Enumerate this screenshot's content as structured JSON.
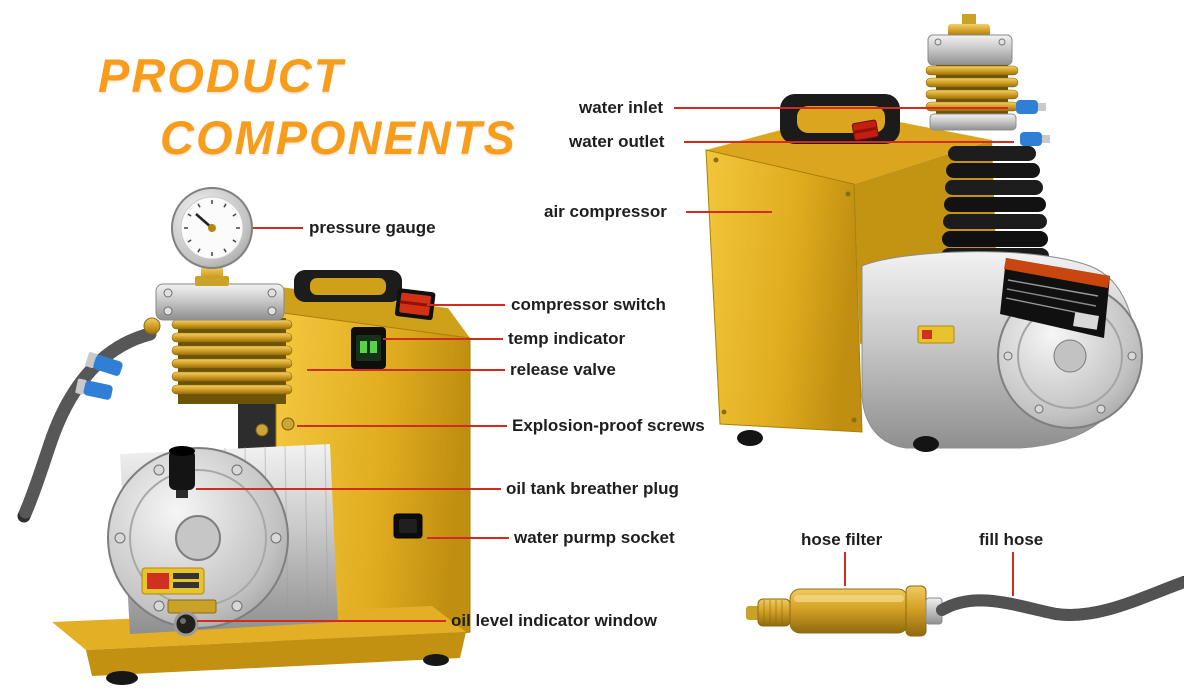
{
  "title": {
    "line1": "PRODUCT",
    "line2": "COMPONENTS"
  },
  "colors": {
    "accent_orange": "#F89C1C",
    "leader_red": "#D42B1F",
    "label_text": "#1E1E1E",
    "body_yellow": "#E8B62A",
    "fitting_blue": "#2F7FD6"
  },
  "left_view": {
    "labels": [
      {
        "id": "pressure-gauge",
        "text": "pressure gauge"
      },
      {
        "id": "compressor-switch",
        "text": "compressor switch"
      },
      {
        "id": "temp-indicator",
        "text": "temp indicator"
      },
      {
        "id": "release-valve",
        "text": "release valve"
      },
      {
        "id": "explosion-proof-screws",
        "text": "Explosion-proof screws"
      },
      {
        "id": "oil-tank-breather-plug",
        "text": "oil tank breather plug"
      },
      {
        "id": "water-pump-socket",
        "text": "water purmp socket"
      },
      {
        "id": "oil-level-indicator-window",
        "text": "oil level indicator window"
      }
    ]
  },
  "right_view": {
    "labels": [
      {
        "id": "water-inlet",
        "text": "water inlet"
      },
      {
        "id": "water-outlet",
        "text": "water outlet"
      },
      {
        "id": "air-compressor",
        "text": "air compressor"
      },
      {
        "id": "hose-filter",
        "text": "hose filter"
      },
      {
        "id": "fill-hose",
        "text": "fill hose"
      }
    ]
  }
}
